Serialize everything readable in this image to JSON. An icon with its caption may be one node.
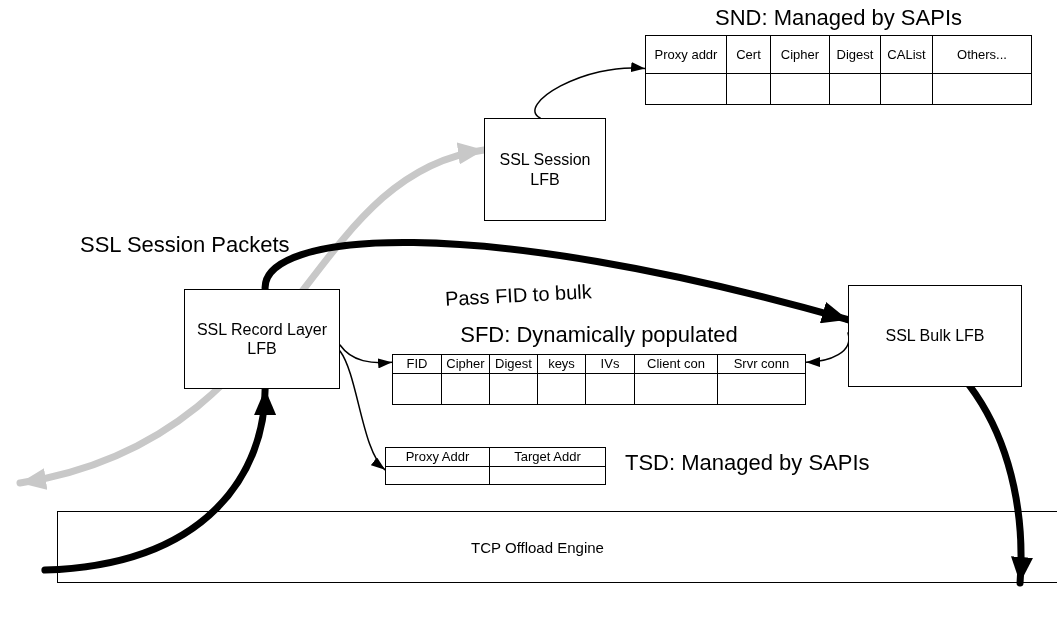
{
  "diagram": {
    "nodes": [
      {
        "text": [
          "SSL Session LFB"
        ]
      },
      {
        "text": [
          "SND: Managed by SAPIs",
          "Proxy addr",
          "Cert",
          "Cipher",
          "Digest",
          "CAList",
          "Others..."
        ]
      },
      {
        "text": [
          "SSL Record Layer LFB"
        ]
      },
      {
        "text": [
          "SFD: Dynamically populated",
          "FID",
          "Cipher",
          "Digest",
          "keys",
          "IVs",
          "Client con",
          "Srvr conn"
        ]
      },
      {
        "text": [
          "SSL Bulk LFB"
        ]
      },
      {
        "text": [
          "Proxy Addr",
          "Target Addr"
        ]
      },
      {
        "text": [
          "TCP Offload Engine"
        ]
      }
    ],
    "edges": [
      {
        "from": 0,
        "to": 1,
        "arrow": "to"
      },
      {
        "from": 2,
        "to": 3,
        "arrow": "to"
      },
      {
        "from": 2,
        "to": 5,
        "arrow": "to"
      },
      {
        "from": 4,
        "to": 3,
        "arrow": "to"
      },
      {
        "from": null,
        "to": 0,
        "arrow": "both",
        "style": "thick",
        "color": "#c8c8c8"
      },
      {
        "from": 6,
        "to": 2,
        "arrow": "to",
        "style": "thick"
      },
      {
        "from": 2,
        "to": 4,
        "arrow": "to",
        "style": "thick",
        "label": "Pass FID to bulk"
      },
      {
        "from": 4,
        "to": 6,
        "arrow": "to",
        "style": "thick"
      }
    ],
    "labels": [
      "SSL Session Packets",
      "TSD: Managed by SAPIs"
    ]
  }
}
